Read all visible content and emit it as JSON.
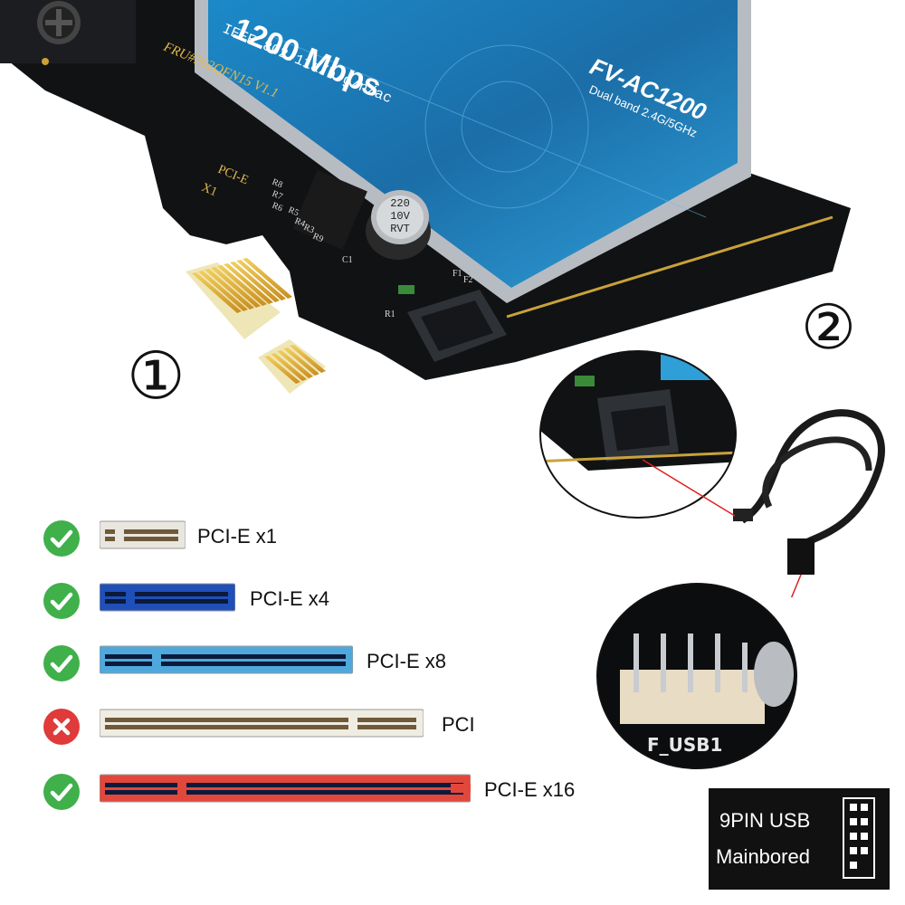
{
  "card": {
    "speed_text": "1200 Mbps",
    "standard_text": "IEEE 802.11a/b/g/n/ac",
    "model": "FV-AC1200",
    "band_text": "Dual band 2.4G/5GHz",
    "pcb_code": "FRU#202QFN15 V1.1",
    "pcie_text": "PCI-E",
    "pcie_lane": "X1",
    "capacitor_lines": [
      "220",
      "10V",
      "RVT"
    ],
    "resistor_labels": [
      "R8",
      "R7",
      "R6",
      "R5",
      "R4",
      "R3",
      "R9"
    ],
    "connector_labels": [
      "F1",
      "F2",
      "R1",
      "C1"
    ]
  },
  "steps": {
    "step1": "①",
    "step2": "②"
  },
  "mainboard": {
    "header_label": "F_USB1"
  },
  "slots": [
    {
      "label": "PCI-E x1",
      "compatible": true,
      "color": "#e8e6df"
    },
    {
      "label": "PCI-E x4",
      "compatible": true,
      "color": "#1f4fb8"
    },
    {
      "label": "PCI-E x8",
      "compatible": true,
      "color": "#4fa8dc"
    },
    {
      "label": "PCI",
      "compatible": false,
      "color": "#efece2"
    },
    {
      "label": "PCI-E x16",
      "compatible": true,
      "color": "#e2473c"
    }
  ],
  "legend": {
    "line1": "9PIN USB",
    "line2": "Mainbored"
  },
  "colors": {
    "check": "#3fb04a",
    "cross": "#e03a3a",
    "pcb": "#101214",
    "label_blue": "#1b6ea8",
    "gold": "#d9a836",
    "leader_line": "#e02020"
  }
}
